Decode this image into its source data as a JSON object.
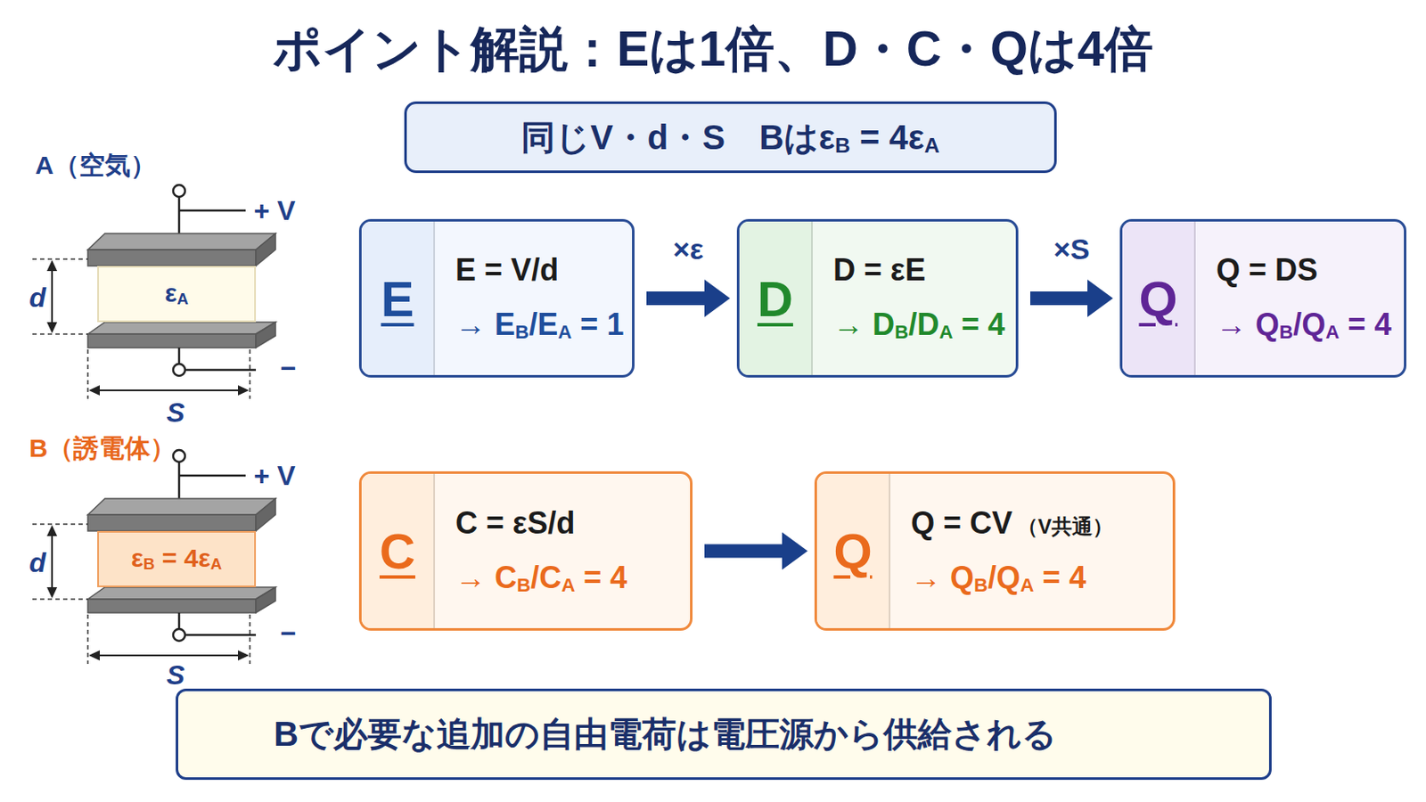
{
  "diagram": {
    "title": "ポイント解説：Eは1倍、D・C・Qは4倍",
    "nodes": [
      {
        "text": [
          "同じV・d・S　BはεB = 4εA"
        ]
      },
      {
        "text": [
          "εA"
        ]
      },
      {
        "text": [
          "E",
          "E = V/d",
          "→ EB/EA = 1"
        ]
      },
      {
        "text": [
          "D",
          "D = εE",
          "→ DB/DA = 4"
        ]
      },
      {
        "text": [
          "Q",
          "Q = DS",
          "→ QB/QA = 4"
        ]
      },
      {
        "text": [
          "εB = 4εA"
        ]
      },
      {
        "text": [
          "C",
          "C = εS/d",
          "→ CB/CA = 4"
        ]
      },
      {
        "text": [
          "Q",
          "Q = CV",
          "（V共通）",
          "→ QB/QA = 4"
        ]
      },
      {
        "text": [
          "Bで必要な追加の自由電荷は電圧源から供給される"
        ]
      }
    ],
    "edges": [
      {
        "from": 2,
        "to": 3,
        "arrow": "to",
        "label": "×ε"
      },
      {
        "from": 3,
        "to": 4,
        "arrow": "to",
        "label": "×S"
      },
      {
        "from": 6,
        "to": 7,
        "arrow": "to"
      }
    ],
    "labels": [
      "A（空気）",
      "+ V",
      "d",
      "S",
      "−",
      "B（誘電体）",
      "+ V",
      "d",
      "S",
      "−"
    ]
  }
}
